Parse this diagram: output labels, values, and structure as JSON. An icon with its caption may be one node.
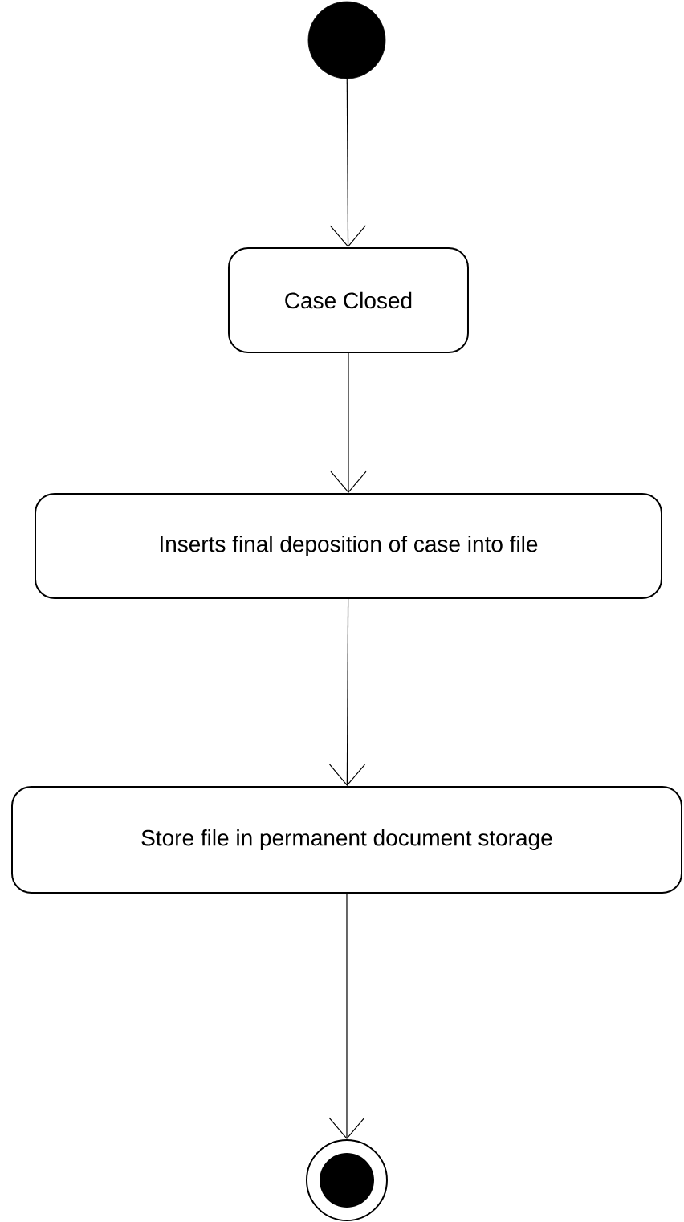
{
  "diagram": {
    "nodes": [
      {
        "text": [],
        "shape": "circle"
      },
      {
        "text": [
          "Case Closed"
        ]
      },
      {
        "text": [
          "Inserts final deposition of case into file"
        ]
      },
      {
        "text": [
          "Store file in permanent document storage"
        ]
      },
      {
        "text": [],
        "shape": "circle"
      }
    ],
    "edges": [
      {
        "from": 0,
        "to": 1,
        "arrow": "to"
      },
      {
        "from": 1,
        "to": 2,
        "arrow": "to"
      },
      {
        "from": 2,
        "to": 3,
        "arrow": "to"
      },
      {
        "from": 3,
        "to": 4,
        "arrow": "to"
      }
    ]
  }
}
